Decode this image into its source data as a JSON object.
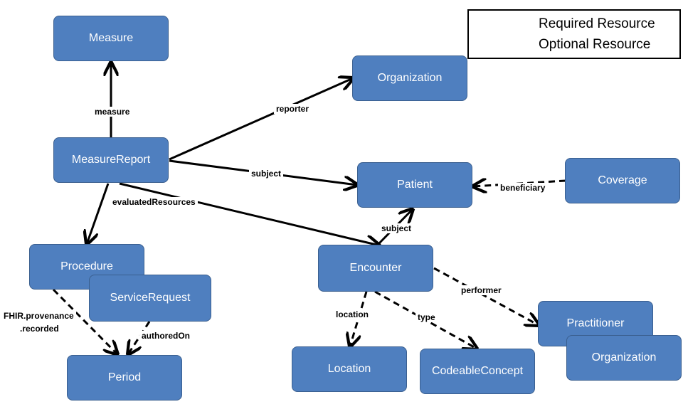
{
  "nodes": {
    "measure": "Measure",
    "organization_top": "Organization",
    "measurereport": "MeasureReport",
    "patient": "Patient",
    "coverage": "Coverage",
    "procedure": "Procedure",
    "servicerequest": "ServiceRequest",
    "encounter": "Encounter",
    "practitioner": "Practitioner",
    "organization_bottom": "Organization",
    "period": "Period",
    "location": "Location",
    "codeableconcept": "CodeableConcept"
  },
  "edges": {
    "measure": "measure",
    "reporter": "reporter",
    "subject_report": "subject",
    "evaluated": "evaluatedResources",
    "beneficiary": "beneficiary",
    "subject_encounter": "subject",
    "performer": "performer",
    "location": "location",
    "type": "type",
    "provenance_line1": "FHIR.provenance",
    "provenance_line2": ".recorded",
    "authoredon": "authoredOn"
  },
  "legend": {
    "required": "Required Resource",
    "optional": "Optional Resource"
  }
}
